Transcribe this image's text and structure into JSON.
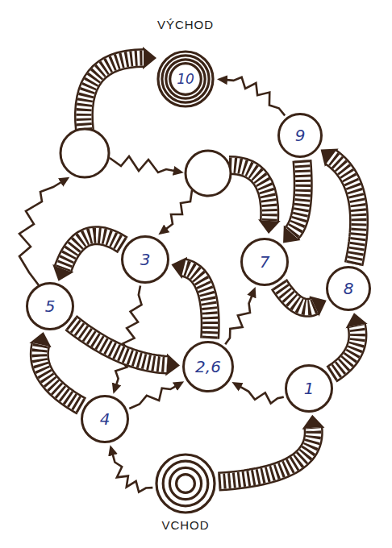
{
  "diagram": {
    "nodes": [
      {
        "text": [
          "VÝCHOD",
          "10"
        ]
      },
      {
        "text": [
          "9"
        ]
      },
      {
        "text": [
          "3"
        ]
      },
      {
        "text": [
          "7"
        ]
      },
      {
        "text": [
          "5"
        ]
      },
      {
        "text": [
          "8"
        ]
      },
      {
        "text": [
          "2,6"
        ]
      },
      {
        "text": [
          "1"
        ]
      },
      {
        "text": [
          "4"
        ]
      },
      {
        "text": [
          "VCHOD"
        ]
      }
    ],
    "edges": [
      {
        "from": 9,
        "to": 7,
        "arrow": "to"
      },
      {
        "from": 9,
        "to": 8,
        "arrow": "to"
      },
      {
        "from": 7,
        "to": 6,
        "arrow": "to"
      },
      {
        "from": 7,
        "to": 5,
        "arrow": "to"
      },
      {
        "from": 8,
        "to": 4,
        "arrow": "to"
      },
      {
        "from": 8,
        "to": 6,
        "arrow": "to"
      },
      {
        "from": 2,
        "to": 8,
        "arrow": "to"
      },
      {
        "from": 4,
        "to": 6,
        "arrow": "to"
      },
      {
        "from": 6,
        "to": 2,
        "arrow": "to"
      },
      {
        "from": 2,
        "to": 4,
        "arrow": "to"
      },
      {
        "from": 6,
        "to": 3,
        "arrow": "to"
      },
      {
        "from": 3,
        "to": 5,
        "arrow": "to"
      },
      {
        "from": 5,
        "to": 1,
        "arrow": "to"
      },
      {
        "from": 1,
        "to": 3,
        "arrow": "to"
      },
      {
        "from": 1,
        "to": 0,
        "arrow": "to"
      }
    ]
  }
}
